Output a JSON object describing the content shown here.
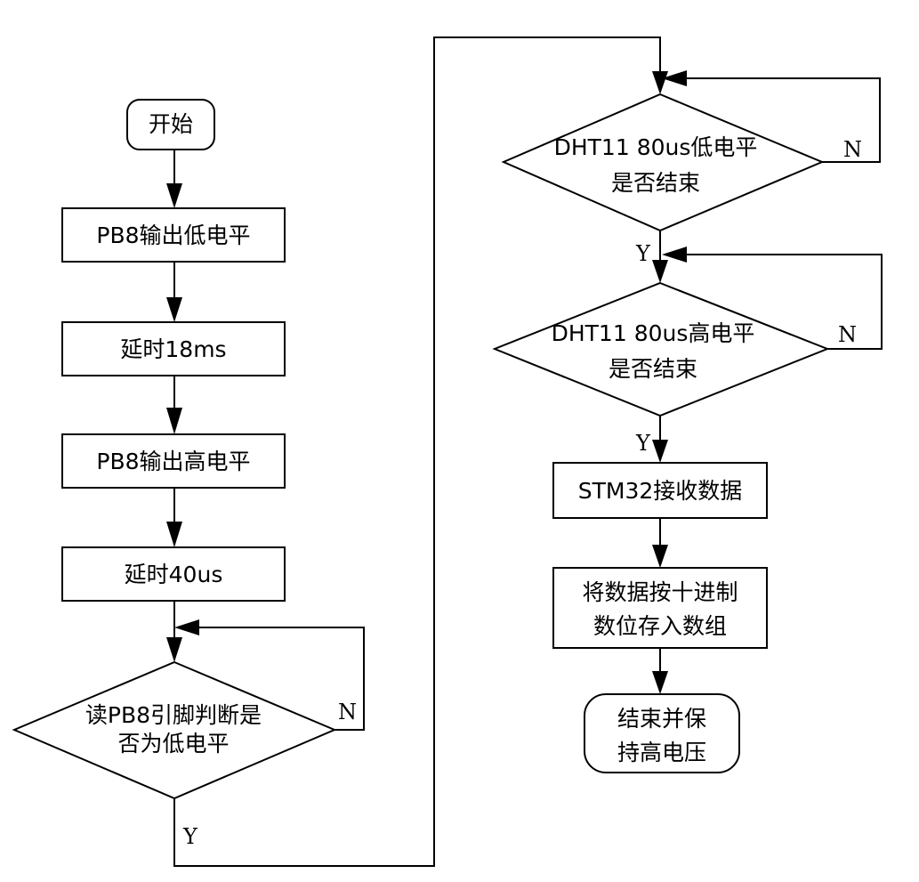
{
  "flowchart": {
    "start": "开始",
    "step1": "PB8输出低电平",
    "step2": "延时18ms",
    "step3": "PB8输出高电平",
    "step4": "延时40us",
    "decision1": {
      "line1": "读PB8引脚判断是",
      "line2": "否为低电平"
    },
    "decision2": {
      "line1": "DHT11 80us低电平",
      "line2": "是否结束"
    },
    "decision3": {
      "line1": "DHT11 80us高电平",
      "line2": "是否结束"
    },
    "step5": "STM32接收数据",
    "step6": {
      "line1": "将数据按十进制",
      "line2": "数位存入数组"
    },
    "end": {
      "line1": "结束并保",
      "line2": "持高电压"
    },
    "labels": {
      "yes": "Y",
      "no": "N"
    }
  }
}
